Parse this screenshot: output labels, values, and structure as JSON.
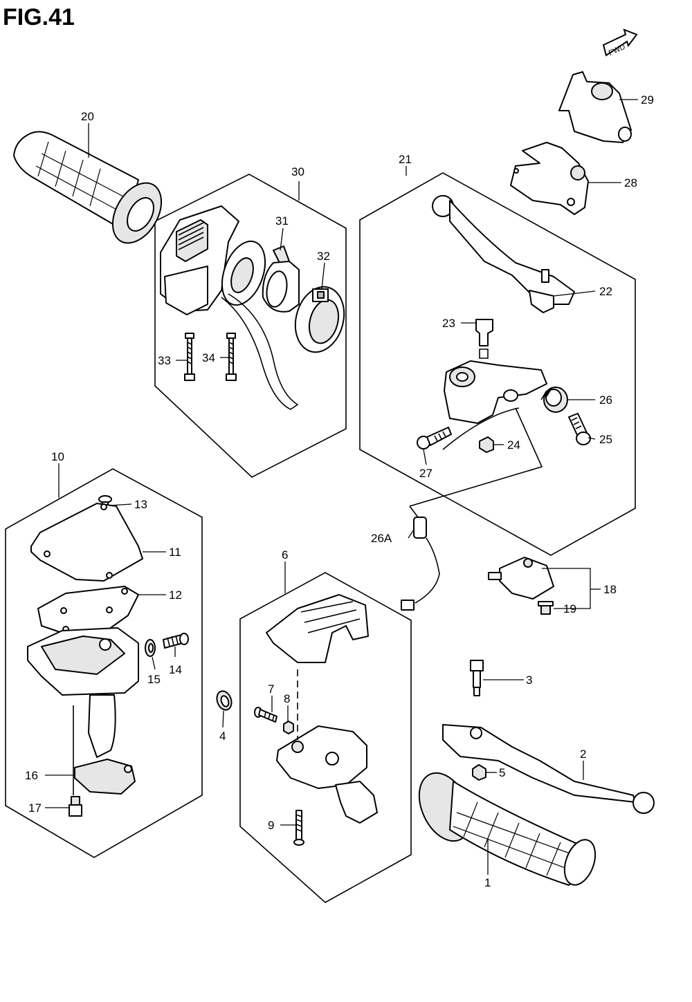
{
  "figure": {
    "title": "FIG.41",
    "fwd_label": "FWD"
  },
  "callouts": {
    "c1": "1",
    "c2": "2",
    "c3": "3",
    "c4": "4",
    "c5": "5",
    "c6": "6",
    "c7": "7",
    "c8": "8",
    "c9": "9",
    "c10": "10",
    "c11": "11",
    "c12": "12",
    "c13": "13",
    "c14": "14",
    "c15": "15",
    "c16": "16",
    "c17": "17",
    "c18": "18",
    "c19": "19",
    "c20": "20",
    "c21": "21",
    "c22": "22",
    "c23": "23",
    "c24": "24",
    "c25": "25",
    "c26": "26",
    "c26a": "26A",
    "c27": "27",
    "c28": "28",
    "c29": "29",
    "c30": "30",
    "c31": "31",
    "c32": "32",
    "c33": "33",
    "c34": "34"
  }
}
